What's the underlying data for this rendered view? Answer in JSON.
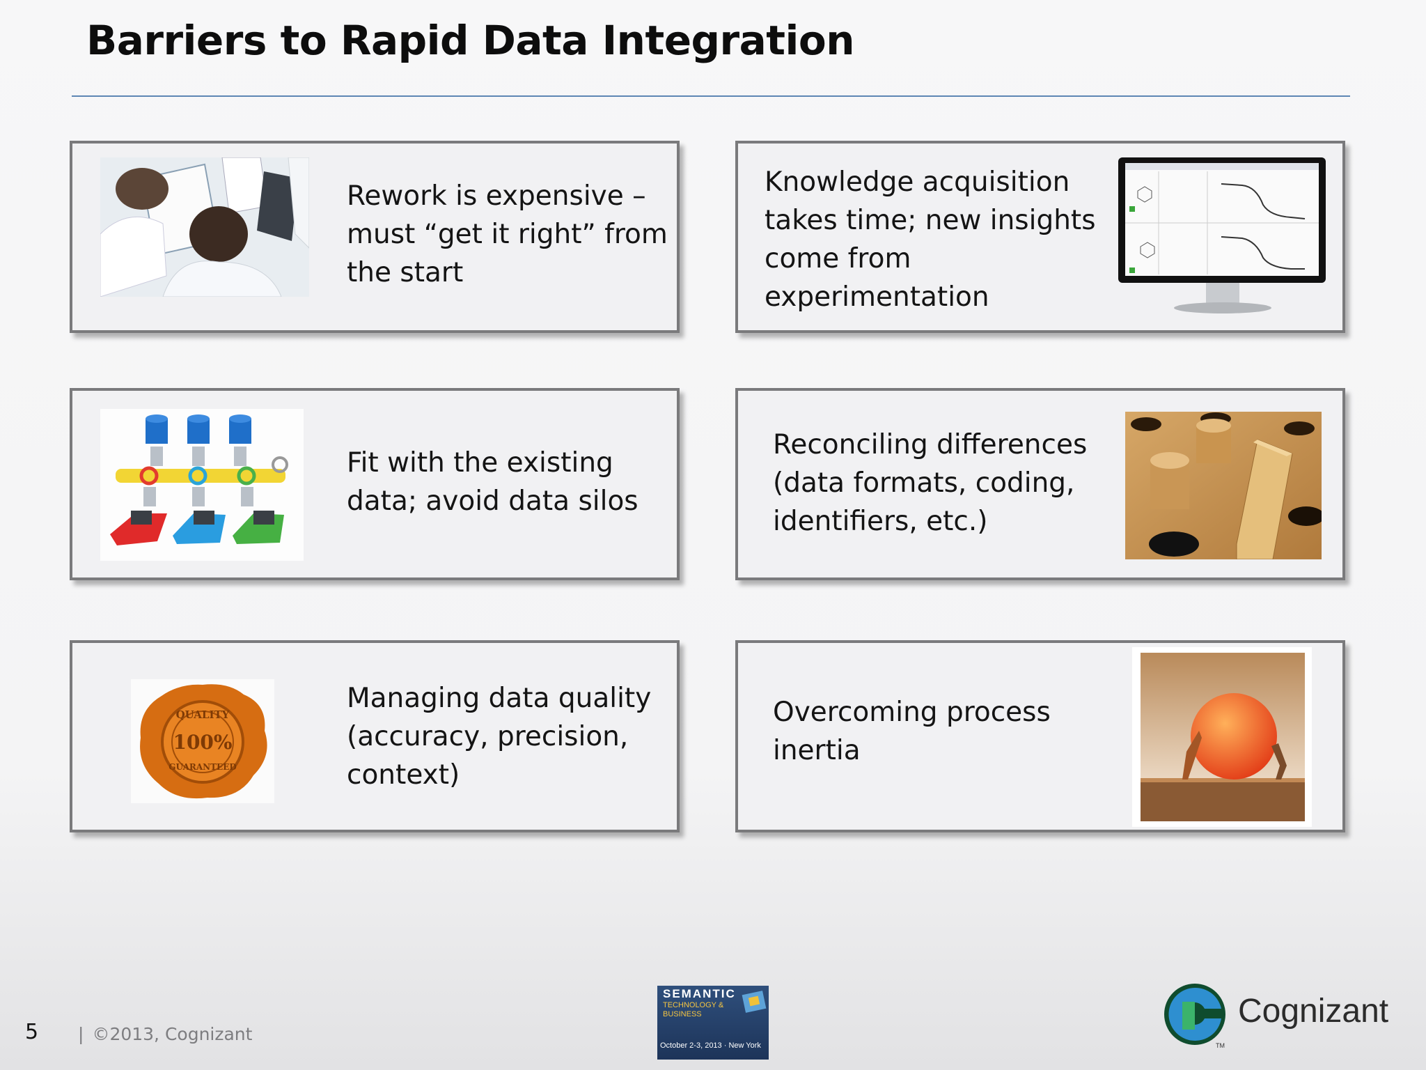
{
  "slide": {
    "title": "Barriers to Rapid Data Integration",
    "page_number": "5",
    "separator": "|",
    "copyright": "©2013, Cognizant"
  },
  "cards": [
    {
      "lines": [
        "Rework is expensive –",
        "must “get it right” from",
        "the start"
      ],
      "image": "business-meeting-photo"
    },
    {
      "lines": [
        "Knowledge acquisition",
        "takes time; new insights",
        "come from",
        "experimentation"
      ],
      "image": "monitor-with-charts"
    },
    {
      "lines": [
        "Fit with the existing",
        "data; avoid data silos"
      ],
      "image": "databases-to-laptops-diagram"
    },
    {
      "lines": [
        "Reconciling differences",
        "(data formats, coding,",
        "identifiers, etc.)"
      ],
      "image": "square-peg-round-hole"
    },
    {
      "lines": [
        "Managing data quality",
        "(accuracy, precision,",
        "context)"
      ],
      "image": "quality-seal",
      "seal_text": {
        "top": "QUALITY",
        "mid": "100%",
        "bottom": "GUARANTEED"
      }
    },
    {
      "lines": [
        "Overcoming process",
        "inertia"
      ],
      "image": "pushing-ball-uphill"
    }
  ],
  "footer": {
    "event_logo": {
      "line1": "SEMANTIC",
      "line2": "TECHNOLOGY &",
      "line3": "BUSINESS",
      "dates": "October 2-3, 2013 · New York"
    },
    "company_logo": "Cognizant",
    "tm": "TM"
  },
  "colors": {
    "rule": "#5d86b4",
    "card_border": "#7a7a7c",
    "card_bg": "#f1f1f3"
  }
}
